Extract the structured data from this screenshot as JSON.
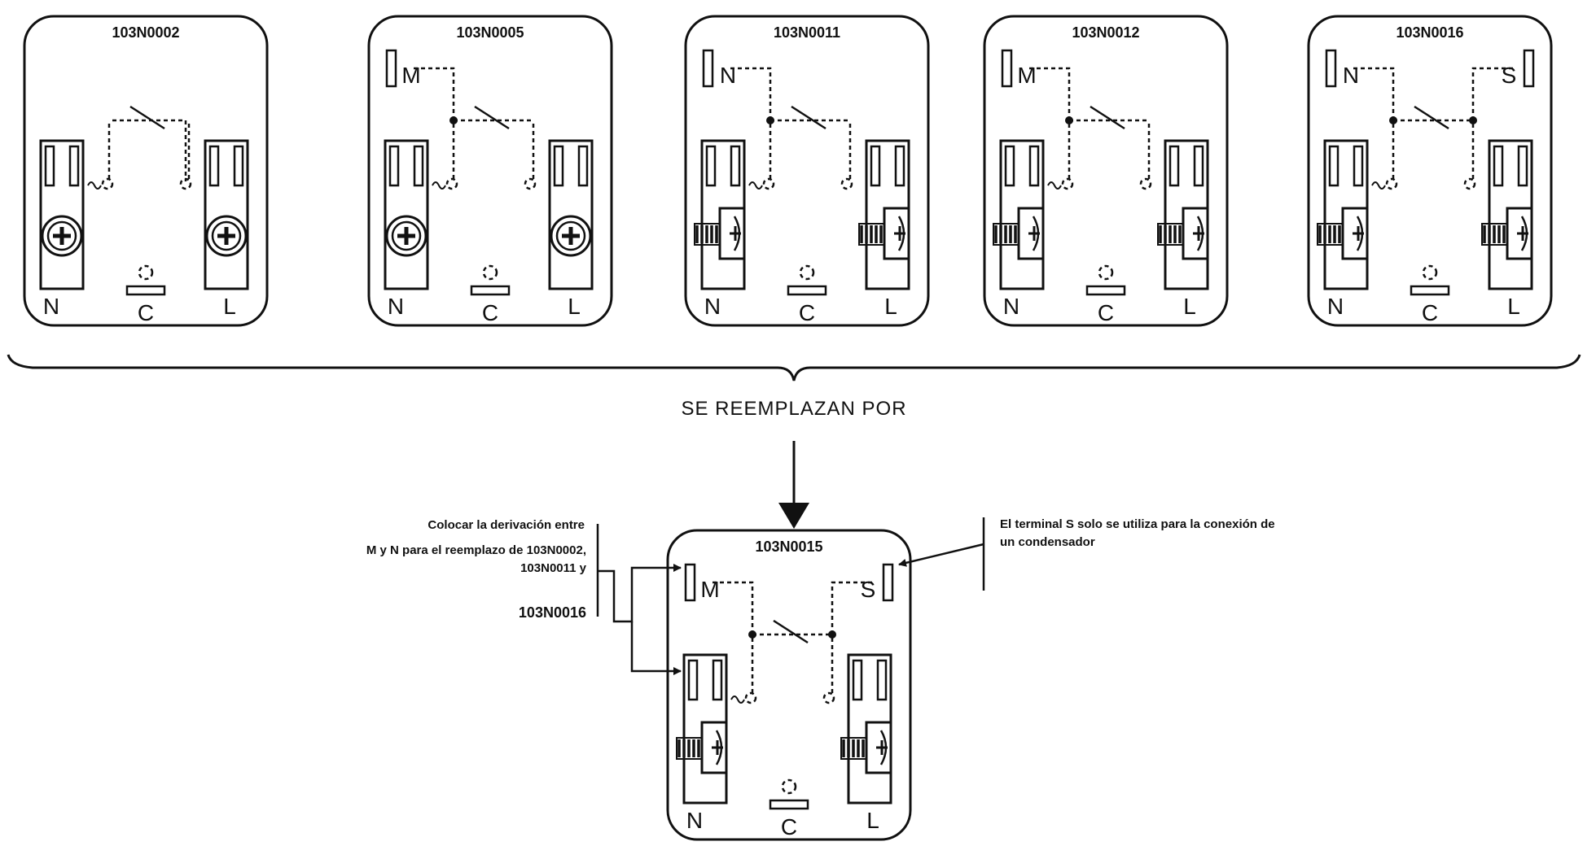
{
  "top_row": [
    {
      "title": "103N0002",
      "top_left": "",
      "top_right": "",
      "terminal": "plus",
      "labels": {
        "left": "N",
        "center": "C",
        "right": "L"
      }
    },
    {
      "title": "103N0005",
      "top_left": "M",
      "top_right": "",
      "terminal": "plus",
      "labels": {
        "left": "N",
        "center": "C",
        "right": "L"
      }
    },
    {
      "title": "103N0011",
      "top_left": "N",
      "top_right": "",
      "terminal": "screw",
      "labels": {
        "left": "N",
        "center": "C",
        "right": "L"
      }
    },
    {
      "title": "103N0012",
      "top_left": "M",
      "top_right": "",
      "terminal": "screw",
      "labels": {
        "left": "N",
        "center": "C",
        "right": "L"
      }
    },
    {
      "title": "103N0016",
      "top_left": "N",
      "top_right": "S",
      "terminal": "screw",
      "labels": {
        "left": "N",
        "center": "C",
        "right": "L"
      }
    }
  ],
  "caption": "SE REEMPLAZAN POR",
  "replacement": {
    "title": "103N0015",
    "top_left": "M",
    "top_right": "S",
    "terminal": "screw",
    "labels": {
      "left": "N",
      "center": "C",
      "right": "L"
    }
  },
  "note_left": {
    "line1": "Colocar la derivación entre",
    "line2": "M y N para el reemplazo de 103N0002,",
    "line3": "103N0011 y",
    "line4": "103N0016"
  },
  "note_right": {
    "line1": "El terminal S solo se utiliza para la conexión de",
    "line2": "un condensador"
  },
  "icons": [
    "plus-screw-terminal-icon",
    "side-screw-terminal-icon",
    "switch-contact-icon",
    "down-arrow-icon"
  ],
  "colors": {
    "ink": "#111111",
    "background": "#ffffff"
  }
}
